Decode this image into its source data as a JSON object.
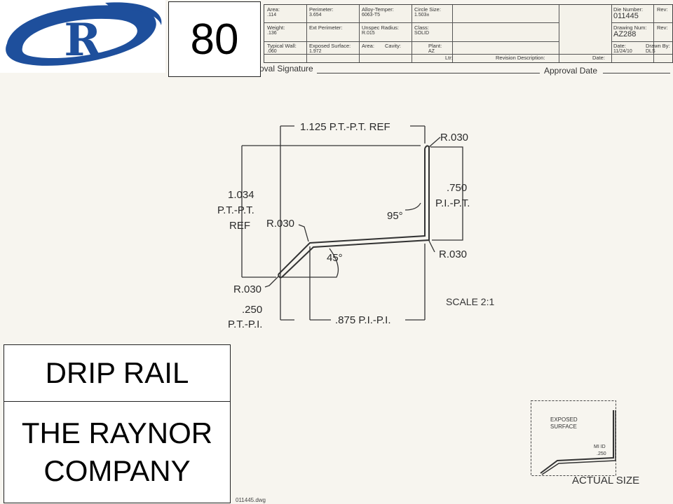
{
  "badge_number": "80",
  "part_name": "DRIP RAIL",
  "company": "THE RAYNOR COMPANY",
  "logo_letter": "R",
  "brand_color": "#1e4f9c",
  "title_block": {
    "area_label": "Area:",
    "area_value": ".114",
    "weight_label": "Weight:",
    "weight_value": ".136",
    "typical_wall_label": "Typical Wall:",
    "typical_wall_value": ".060",
    "perimeter_label": "Perimeter:",
    "perimeter_value": "3.654",
    "ext_perimeter_label": "Ext Perimeter:",
    "exposed_surface_label": "Exposed Surface:",
    "exposed_surface_value": "1.972",
    "alloy_temper_label": "Alloy-Temper:",
    "alloy_temper_value": "6063-T5",
    "unspec_radius_label": "Unspec Radius:",
    "unspec_radius_value": "R.015",
    "area2_label": "Area:",
    "cavity_label": "Cavity:",
    "circle_size_label": "Circle Size:",
    "circle_size_value": "1.503±",
    "class_label": "Class:",
    "class_value": "SOLID",
    "plant_label": "Plant:",
    "plant_value": "AZ",
    "ltr_label": "Ltr:",
    "revision_description_label": "Revision Description:",
    "date_label": "Date:",
    "die_number_label": "Die Number:",
    "die_number_value": "011445",
    "rev_label": "Rev:",
    "drawing_num_label": "Drawing Num:",
    "drawing_num_value": "AZ288",
    "drawing_date_label": "Date:",
    "drawing_date_value": "11/24/10",
    "drawn_by_label": "Drawn By:",
    "drawn_by_value": "DLS"
  },
  "approval_signature": "oval Signature",
  "approval_date": "Approval Date",
  "dimensions": {
    "top_ref": "1.125 P.T.-P.T. REF",
    "left_ref_1": "1.034",
    "left_ref_2": "P.T.-P.T.",
    "left_ref_3": "REF",
    "right_1": ".750",
    "right_2": "P.I.-P.T.",
    "radius_top": "R.030",
    "radius_mid": "R.030",
    "radius_lower_right": "R.030",
    "radius_bottom_left": "R.030",
    "angle_95": "95°",
    "angle_45": "45°",
    "bottom_left_1": ".250",
    "bottom_left_2": "P.T.-P.I.",
    "bottom_center": ".875 P.I.-P.I."
  },
  "scale_label": "SCALE 2:1",
  "actual_size": {
    "exposed_label_1": "EXPOSED",
    "exposed_label_2": "SURFACE",
    "mid_label": "MI ID",
    "mid_value": ".250",
    "caption": "ACTUAL SIZE"
  },
  "file_name": "011445.dwg"
}
